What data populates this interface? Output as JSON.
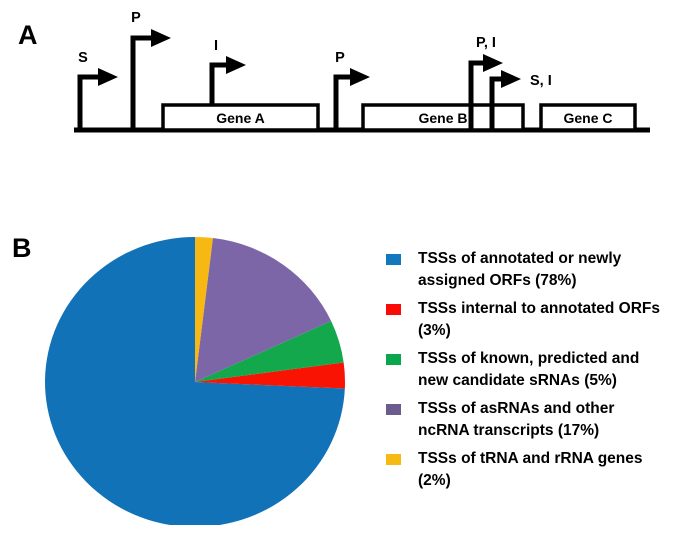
{
  "figure": {
    "panels": [
      {
        "id": "A",
        "label": "A"
      },
      {
        "id": "B",
        "label": "B"
      }
    ]
  },
  "panel_a": {
    "label": "A",
    "genes": [
      {
        "name": "Gene A"
      },
      {
        "name": "Gene B"
      },
      {
        "name": "Gene C"
      }
    ],
    "tss_arrows": [
      {
        "label": "S",
        "note": "upstream of Gene A, intergenic"
      },
      {
        "label": "P",
        "note": "primary upstream of Gene A"
      },
      {
        "label": "I",
        "note": "internal to Gene A"
      },
      {
        "label": "P",
        "note": "primary upstream of Gene B"
      },
      {
        "label": "P, I",
        "note": "internal to Gene B, upper arrow"
      },
      {
        "label": "S, I",
        "note": "internal to Gene B, lower arrow"
      }
    ]
  },
  "chart_data": {
    "type": "pie",
    "title": "",
    "legend_position": "right",
    "start_angle_deg": 90,
    "direction": "counterclockwise",
    "categories": [
      "TSSs of annotated or newly assigned ORFs",
      "TSSs internal to annotated ORFs",
      "TSSs of known, predicted and new candidate sRNAs",
      "TSSs of asRNAs and other ncRNA transcripts",
      "TSSs of tRNA and rRNA genes"
    ],
    "values": [
      78,
      3,
      5,
      17,
      2
    ],
    "units": "%",
    "legend_labels": [
      "TSSs of annotated or newly assigned ORFs (78%)",
      "TSSs internal to annotated ORFs (3%)",
      "TSSs of known, predicted and new candidate sRNAs (5%)",
      "TSSs of asRNAs and other ncRNA transcripts (17%)",
      "TSSs of tRNA and rRNA genes (2%)"
    ],
    "slice_colors": [
      "#1272b8",
      "#f81303",
      "#14a84d",
      "#7d66a8",
      "#f8b813"
    ],
    "legend_swatch_colors": [
      "#1278be",
      "#fb0b05",
      "#0aa64c",
      "#6b5b8e",
      "#f7ba14"
    ]
  }
}
